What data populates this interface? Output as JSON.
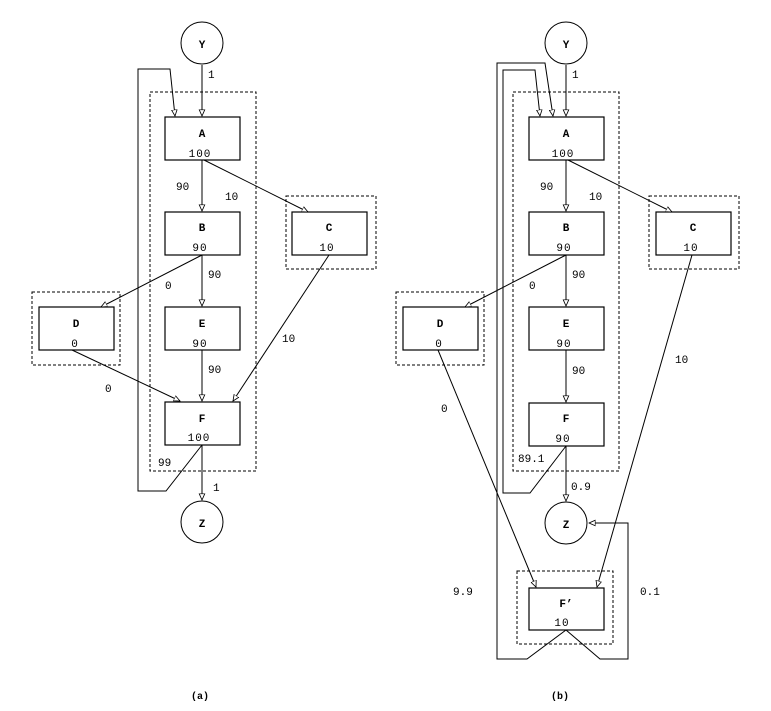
{
  "panels": [
    {
      "caption": "(a)",
      "entry": {
        "name": "Y"
      },
      "exit": {
        "name": "Z"
      },
      "nodes": {
        "A": {
          "name": "A",
          "count": "100"
        },
        "B": {
          "name": "B",
          "count": "90"
        },
        "C": {
          "name": "C",
          "count": "10"
        },
        "D": {
          "name": "D",
          "count": "0"
        },
        "E": {
          "name": "E",
          "count": "90"
        },
        "F": {
          "name": "F",
          "count": "100"
        }
      },
      "edges": {
        "Y_A": "1",
        "A_B": "90",
        "A_C": "10",
        "B_D": "0",
        "B_E": "90",
        "C_F": "10",
        "D_F": "0",
        "E_F": "90",
        "F_A": "99",
        "F_Z": "1"
      }
    },
    {
      "caption": "(b)",
      "entry": {
        "name": "Y"
      },
      "exit": {
        "name": "Z"
      },
      "nodes": {
        "A": {
          "name": "A",
          "count": "100"
        },
        "B": {
          "name": "B",
          "count": "90"
        },
        "C": {
          "name": "C",
          "count": "10"
        },
        "D": {
          "name": "D",
          "count": "0"
        },
        "E": {
          "name": "E",
          "count": "90"
        },
        "F": {
          "name": "F",
          "count": "90"
        },
        "Fp": {
          "name": "F’",
          "count": "10"
        }
      },
      "edges": {
        "Y_A": "1",
        "A_B": "90",
        "A_C": "10",
        "B_D": "0",
        "B_E": "90",
        "C_Fp": "10",
        "D_Fp": "0",
        "E_F": "90",
        "F_A": "89.1",
        "F_Z": "0.9",
        "Fp_A": "9.9",
        "Fp_Z": "0.1"
      }
    }
  ]
}
